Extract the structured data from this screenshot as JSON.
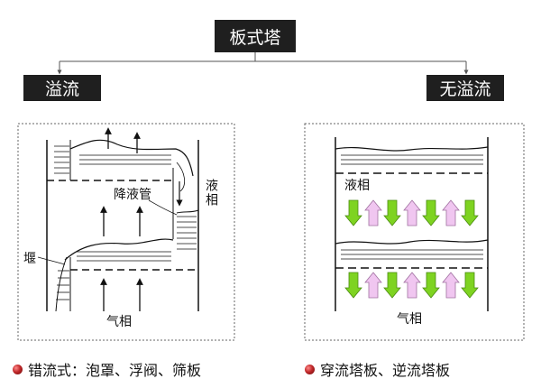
{
  "title": "板式塔",
  "left_branch": {
    "label": "溢流",
    "downcomer_label": "降液管",
    "liquid_label": "液相",
    "weir_label": "堰",
    "gas_label": "气相",
    "bullet_text": "错流式：泡罩、浮阀、筛板"
  },
  "right_branch": {
    "label": "无溢流",
    "liquid_label": "液相",
    "gas_label": "气相",
    "bullet_text": "穿流塔板、逆流塔板"
  },
  "colors": {
    "box_bg": "#1f1f1f",
    "down_arrow": "#7ed321",
    "up_arrow": "#f0c6f0",
    "bullet": "#c0282a"
  }
}
